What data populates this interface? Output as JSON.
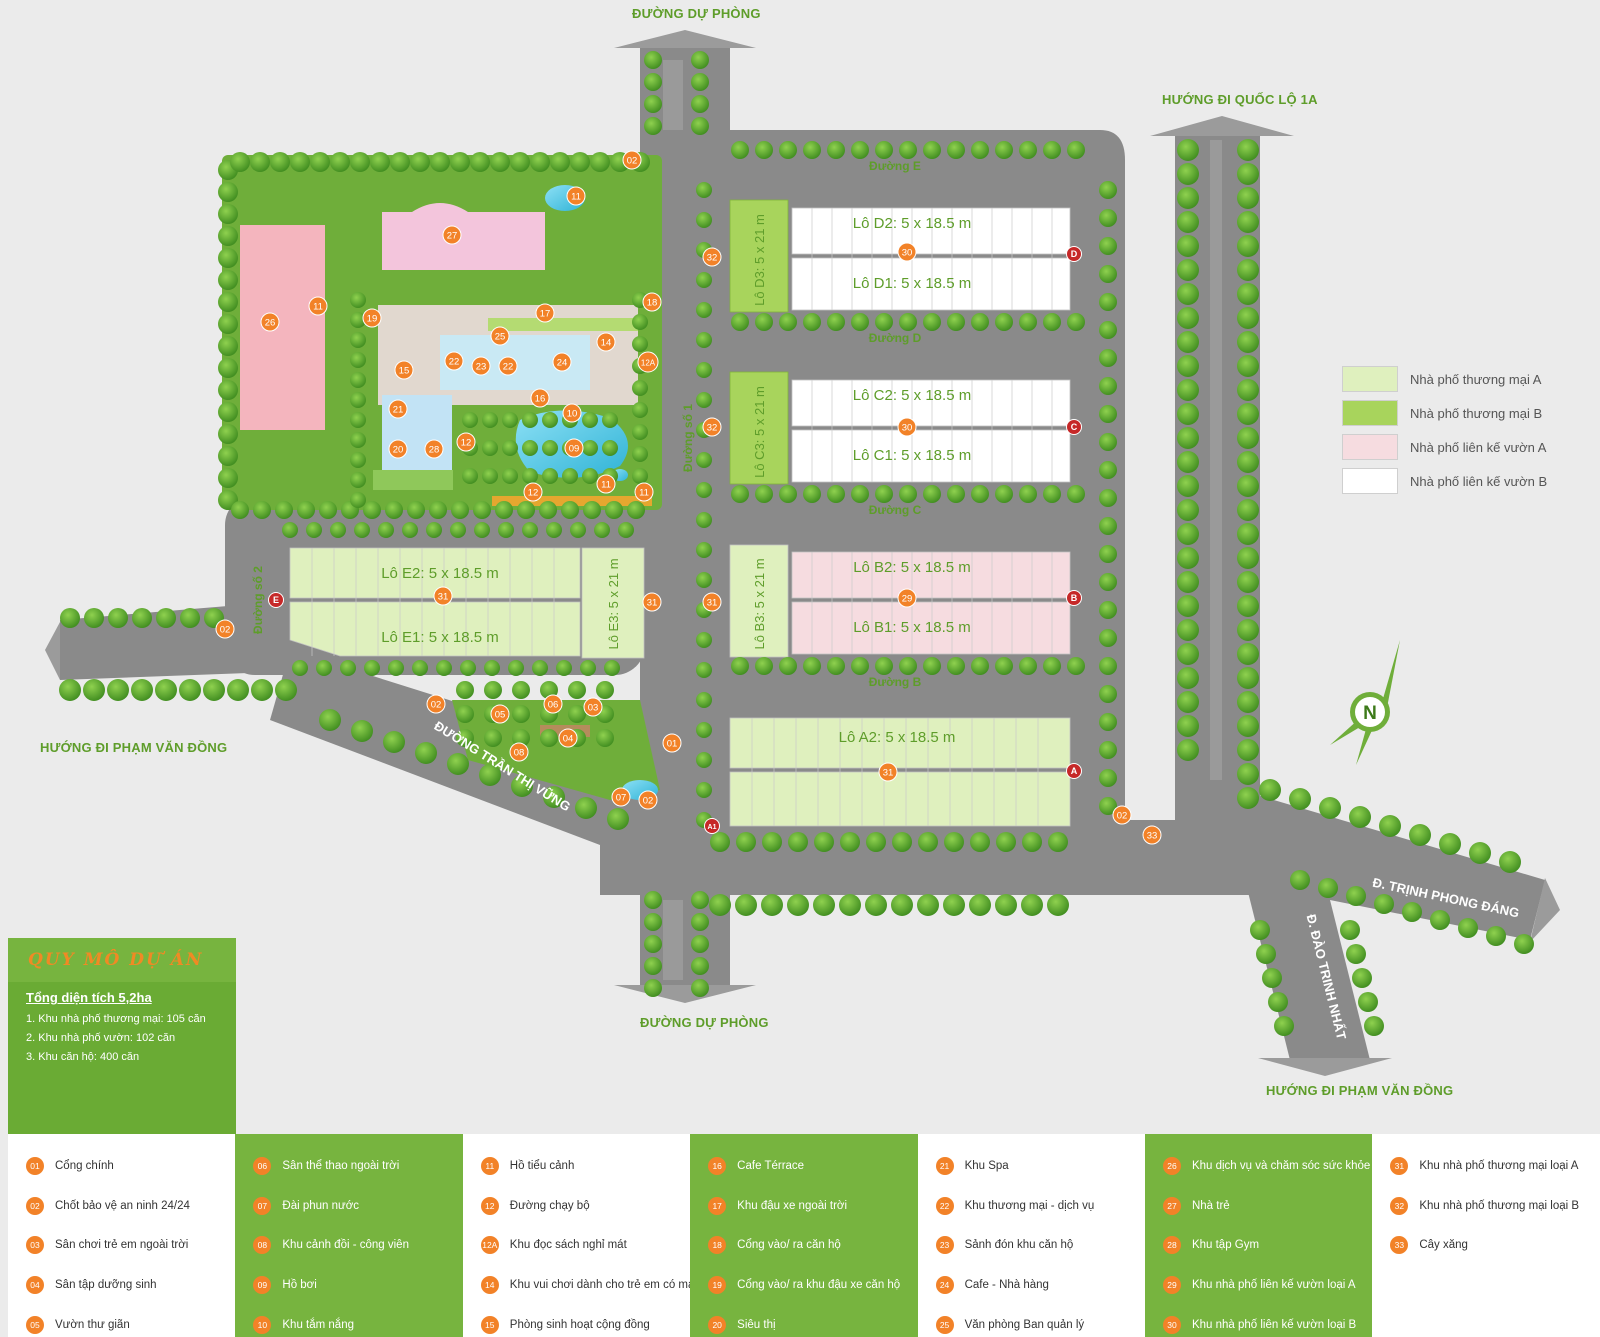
{
  "roads": {
    "north": "ĐƯỜNG DỰ PHÒNG",
    "south": "ĐƯỜNG DỰ PHÒNG",
    "ql1a": "HƯỚNG ĐI QUỐC LỘ 1A",
    "west_pvd": "HƯỚNG ĐI PHẠM VĂN ĐỒNG",
    "southeast_pvd": "HƯỚNG ĐI PHẠM VĂN ĐỒNG",
    "tran_thi_vung": "ĐƯỜNG TRẦN THỊ VỮNG",
    "trinh_phong_dang": "Đ. TRỊNH PHONG ĐÁNG",
    "dao_trinh_nhat": "Đ. ĐÀO TRINH NHẤT",
    "duong_so_1": "Đường số 1",
    "duong_so_2": "Đường số 2",
    "duong_e": "Đường E",
    "duong_d": "Đường D",
    "duong_c": "Đường C",
    "duong_b": "Đường B"
  },
  "blocks": {
    "d2": "Lô D2: 5 x 18.5 m",
    "d1": "Lô D1: 5 x 18.5 m",
    "d3": "Lô D3: 5 x 21 m",
    "c2": "Lô C2: 5 x 18.5 m",
    "c1": "Lô C1: 5 x 18.5 m",
    "c3": "Lô C3: 5 x 21 m",
    "b2": "Lô B2: 5 x 18.5 m",
    "b1": "Lô B1: 5 x 18.5 m",
    "b3": "Lô B3: 5 x 21 m",
    "e2": "Lô E2: 5 x 18.5 m",
    "e1": "Lô E1: 5 x 18.5 m",
    "e3": "Lô E3: 5 x 21 m",
    "a2": "Lô A2: 5 x 18.5 m"
  },
  "compass_letter": "N",
  "legend": [
    {
      "label": "Nhà phố thương mại A",
      "color": "#dff0be"
    },
    {
      "label": "Nhà phố thương mại B",
      "color": "#a8d45c"
    },
    {
      "label": "Nhà phố liên kế vườn A",
      "color": "#f6dce0"
    },
    {
      "label": "Nhà phố liên kế vườn B",
      "color": "#ffffff"
    }
  ],
  "info": {
    "title": "QUY MÔ DỰ ÁN",
    "total": "Tổng diện tích 5,2ha",
    "lines": [
      "1. Khu nhà phố thương mại: 105 căn",
      "2. Khu nhà phố vườn: 102 căn",
      "3. Khu căn hộ: 400 căn"
    ]
  },
  "key": [
    [
      {
        "num": "01",
        "label": "Cổng chính"
      },
      {
        "num": "02",
        "label": "Chốt bảo vệ an ninh 24/24"
      },
      {
        "num": "03",
        "label": "Sân chơi trẻ em ngoài trời"
      },
      {
        "num": "04",
        "label": "Sân tập dưỡng sinh"
      },
      {
        "num": "05",
        "label": "Vườn thư giãn"
      }
    ],
    [
      {
        "num": "06",
        "label": "Sân thể thao ngoài trời"
      },
      {
        "num": "07",
        "label": "Đài phun nước"
      },
      {
        "num": "08",
        "label": "Khu cảnh đồi - công viên"
      },
      {
        "num": "09",
        "label": "Hồ bơi"
      },
      {
        "num": "10",
        "label": "Khu tắm nắng"
      }
    ],
    [
      {
        "num": "11",
        "label": "Hồ tiểu cảnh"
      },
      {
        "num": "12",
        "label": "Đường chạy bộ"
      },
      {
        "num": "12A",
        "label": "Khu đọc sách nghỉ mát"
      },
      {
        "num": "14",
        "label": "Khu vui chơi dành cho trẻ em có mái"
      },
      {
        "num": "15",
        "label": "Phòng sinh hoạt cộng đồng"
      }
    ],
    [
      {
        "num": "16",
        "label": "Cafe Térrace"
      },
      {
        "num": "17",
        "label": "Khu đậu xe ngoài trời"
      },
      {
        "num": "18",
        "label": "Cổng vào/ ra căn hộ"
      },
      {
        "num": "19",
        "label": "Cổng vào/ ra khu đậu xe căn hộ"
      },
      {
        "num": "20",
        "label": "Siêu thị"
      }
    ],
    [
      {
        "num": "21",
        "label": "Khu Spa"
      },
      {
        "num": "22",
        "label": "Khu thương mại - dịch vụ"
      },
      {
        "num": "23",
        "label": "Sảnh đón khu căn hộ"
      },
      {
        "num": "24",
        "label": "Cafe - Nhà hàng"
      },
      {
        "num": "25",
        "label": "Văn phòng Ban quản lý"
      }
    ],
    [
      {
        "num": "26",
        "label": "Khu dịch vụ và chăm sóc sức khỏe"
      },
      {
        "num": "27",
        "label": "Nhà trẻ"
      },
      {
        "num": "28",
        "label": "Khu tập Gym"
      },
      {
        "num": "29",
        "label": "Khu nhà phố liên kế vườn loại A"
      },
      {
        "num": "30",
        "label": "Khu nhà phố liên kế vườn loại B"
      }
    ],
    [
      {
        "num": "31",
        "label": "Khu nhà phố thương mại loại A"
      },
      {
        "num": "32",
        "label": "Khu nhà phố thương mại loại B"
      },
      {
        "num": "33",
        "label": "Cây xăng"
      }
    ]
  ],
  "markers": [
    {
      "num": "02"
    },
    {
      "num": "11"
    },
    {
      "num": "27"
    },
    {
      "num": "26"
    },
    {
      "num": "11"
    },
    {
      "num": "19"
    },
    {
      "num": "17"
    },
    {
      "num": "18"
    },
    {
      "num": "25"
    },
    {
      "num": "14"
    },
    {
      "num": "22"
    },
    {
      "num": "23"
    },
    {
      "num": "22"
    },
    {
      "num": "24"
    },
    {
      "num": "15"
    },
    {
      "num": "12A"
    },
    {
      "num": "16"
    },
    {
      "num": "11"
    },
    {
      "num": "21"
    },
    {
      "num": "10"
    },
    {
      "num": "12"
    },
    {
      "num": "09"
    },
    {
      "num": "20"
    },
    {
      "num": "28"
    },
    {
      "num": "12"
    },
    {
      "num": "11"
    },
    {
      "num": "32"
    },
    {
      "num": "30"
    },
    {
      "num": "32"
    },
    {
      "num": "30"
    },
    {
      "num": "31"
    },
    {
      "num": "31"
    },
    {
      "num": "29"
    },
    {
      "num": "31"
    },
    {
      "num": "02"
    },
    {
      "num": "02"
    },
    {
      "num": "06"
    },
    {
      "num": "03"
    },
    {
      "num": "05"
    },
    {
      "num": "04"
    },
    {
      "num": "08"
    },
    {
      "num": "01"
    },
    {
      "num": "07"
    },
    {
      "num": "02"
    },
    {
      "num": "31"
    },
    {
      "num": "02"
    },
    {
      "num": "33"
    }
  ],
  "gates": [
    {
      "letter": "D"
    },
    {
      "letter": "C"
    },
    {
      "letter": "B"
    },
    {
      "letter": "A"
    },
    {
      "letter": "E"
    },
    {
      "letter": "A1"
    }
  ]
}
